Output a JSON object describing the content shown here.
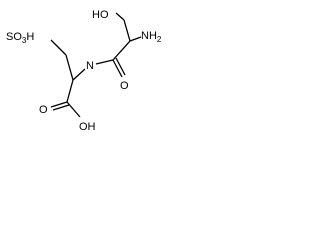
{
  "molecule": {
    "atoms": {
      "hydroxyl": "HO",
      "amine": "NH",
      "amine_sub": "2",
      "sulfonic_acid": "SO",
      "sulfonic_acid_sub": "3",
      "sulfonic_acid_h": "H",
      "amide_nitrogen": "N",
      "amide_oxygen": "O",
      "carboxyl_oxygen": "O",
      "carboxyl_hydroxyl": "OH"
    },
    "colors": {
      "bond": "#000000",
      "text": "#000000",
      "background": "#ffffff"
    }
  }
}
